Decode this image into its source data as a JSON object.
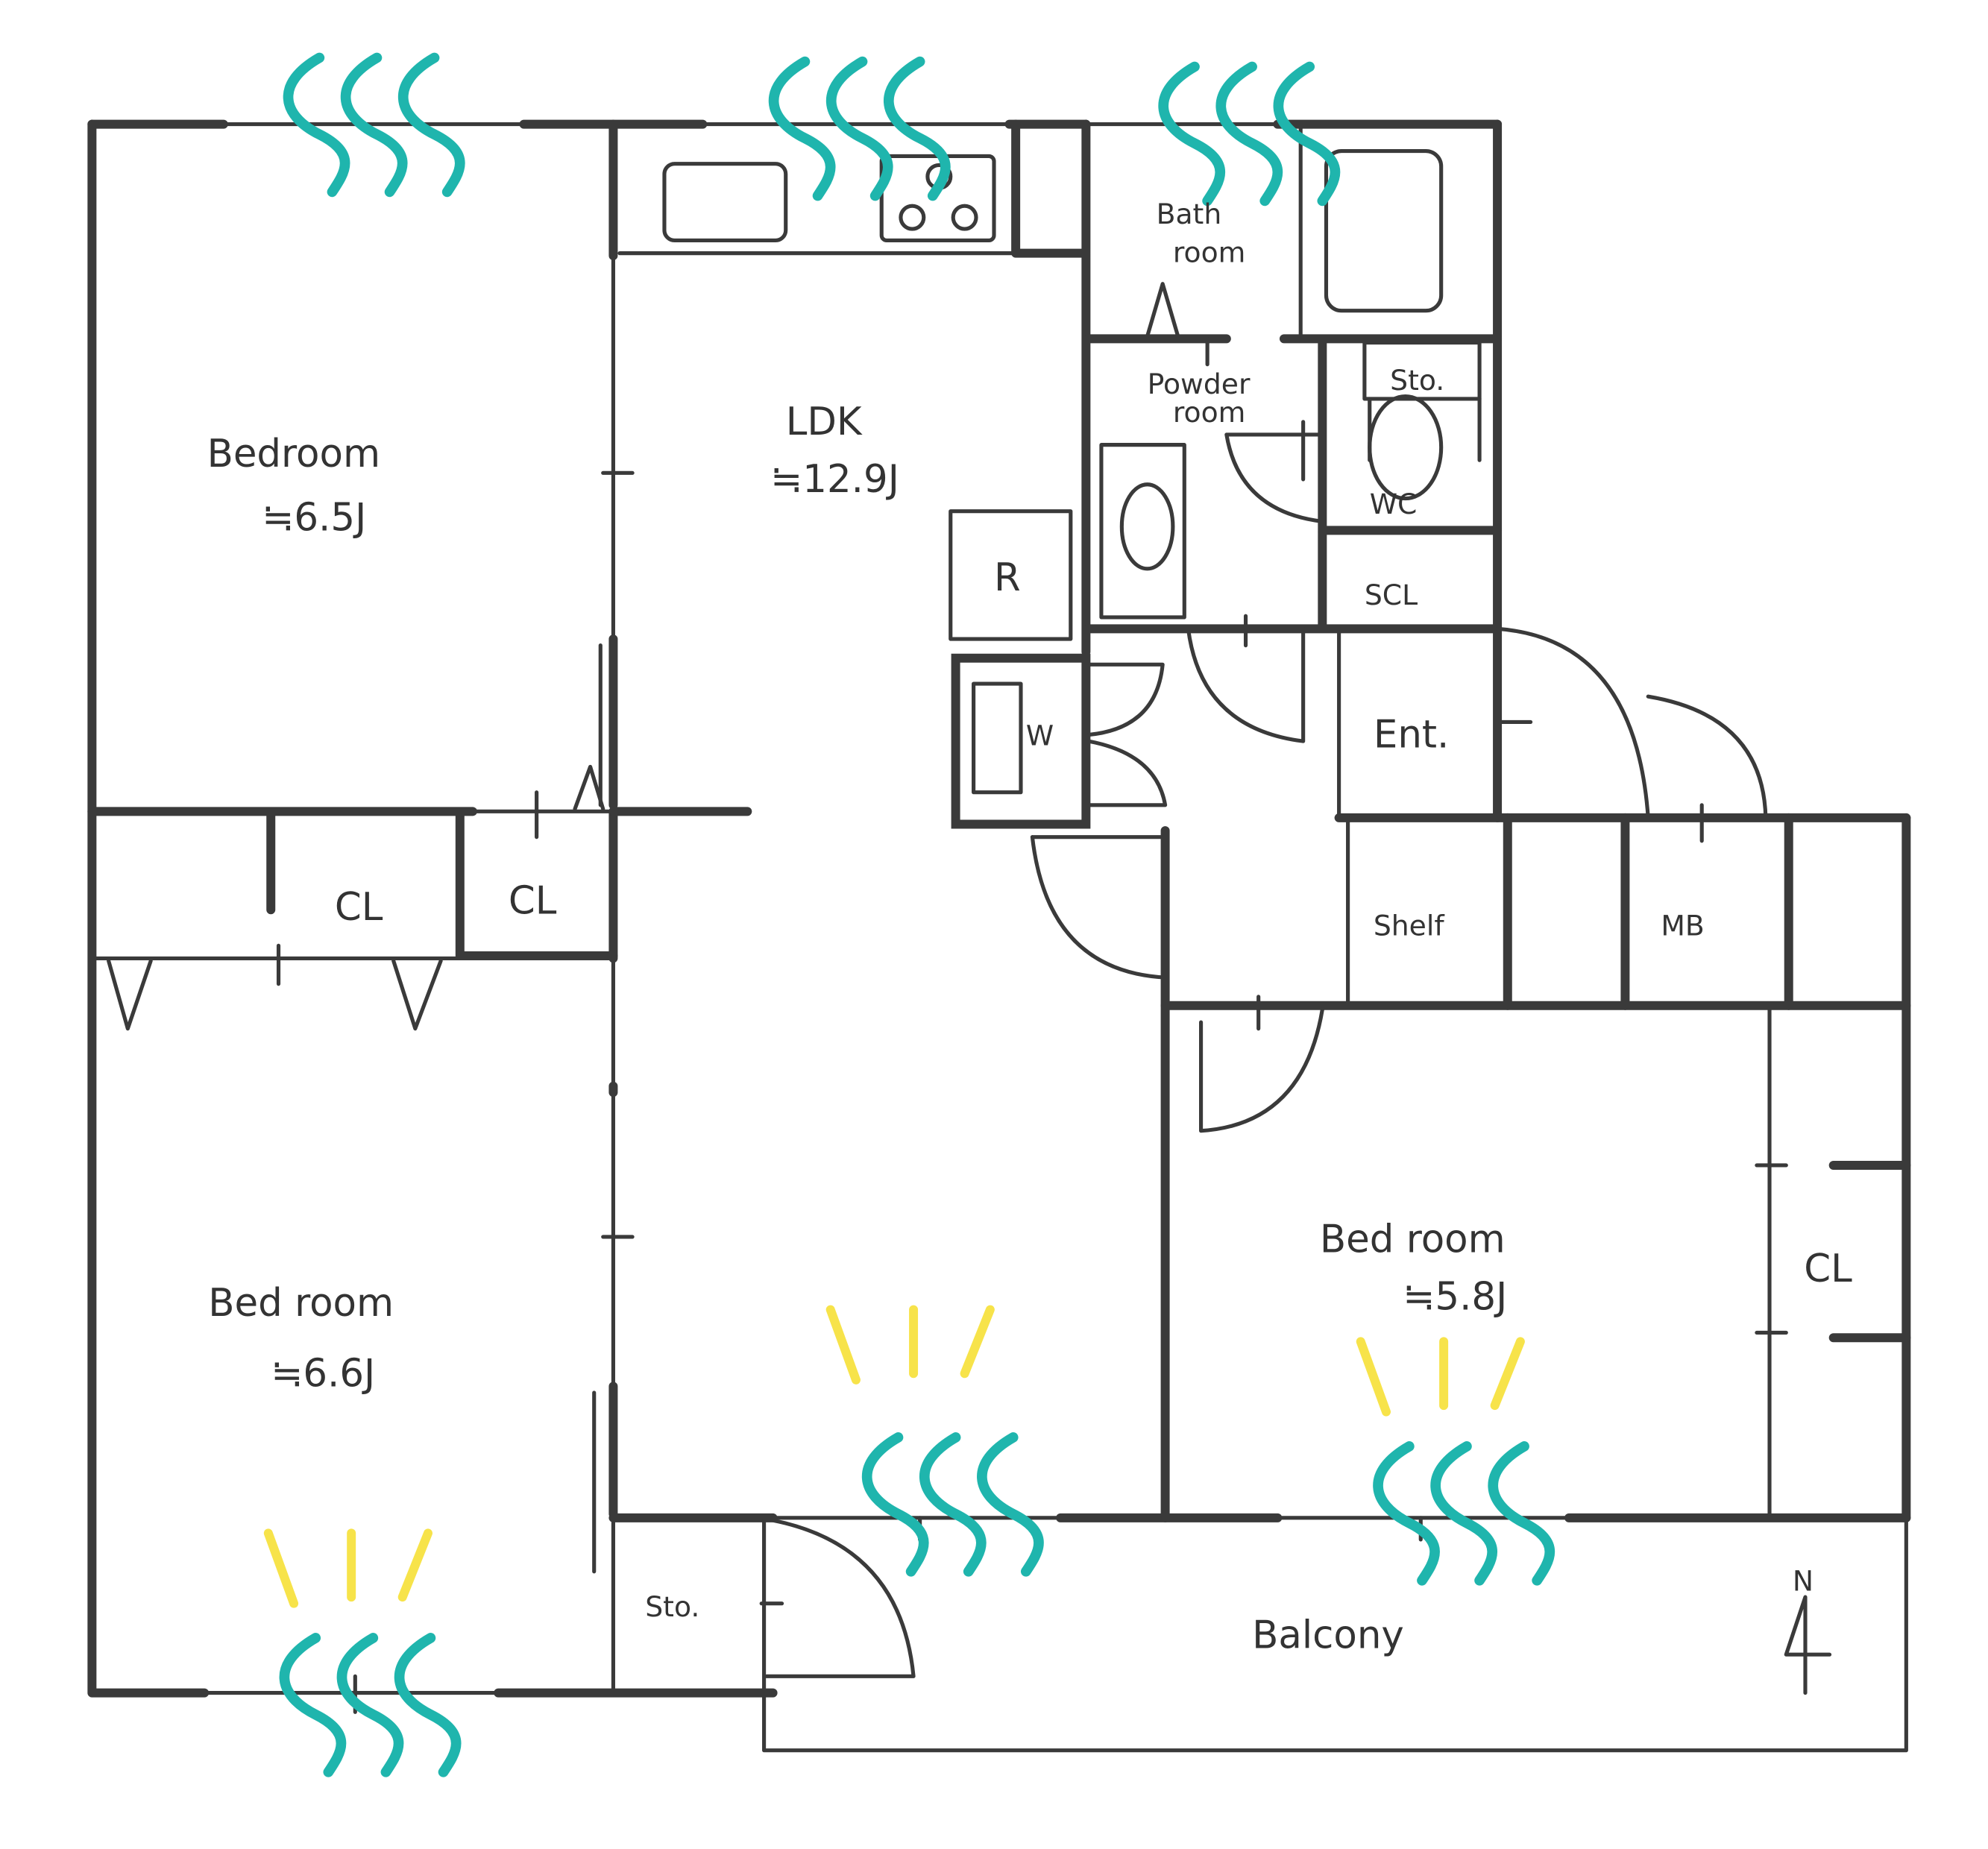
{
  "rooms": {
    "bedroom_nw": {
      "name": "Bedroom",
      "area": "≒6.5J"
    },
    "ldk": {
      "name": "LDK",
      "area": "≒12.9J"
    },
    "bedroom_sw": {
      "name": "Bed room",
      "area": "≒6.6J"
    },
    "bedroom_se": {
      "name": "Bed room",
      "area": "≒5.8J"
    },
    "bath": {
      "name_line1": "Bath",
      "name_line2": "room"
    },
    "powder": {
      "name_line1": "Powder",
      "name_line2": "room"
    },
    "wc": "WC",
    "wc_storage": "Sto.",
    "scl": "SCL",
    "entrance": "Ent.",
    "shelf": "Shelf",
    "mb": "MB",
    "closet_1": "CL",
    "closet_2": "CL",
    "closet_3": "CL",
    "refrigerator": "R",
    "washer": "W",
    "storage_south": "Sto.",
    "balcony": "Balcony"
  },
  "compass": {
    "label": "N"
  },
  "colors": {
    "wall": "#3a3a3a",
    "wind": "#1fb5ad",
    "sun": "#f7e34a"
  }
}
